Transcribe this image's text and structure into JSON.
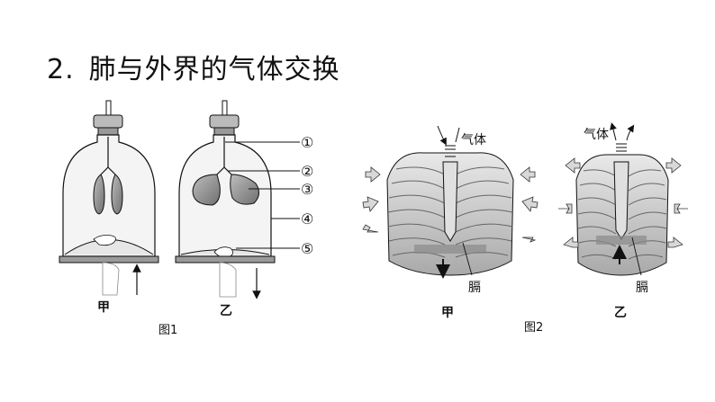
{
  "title": {
    "number": "2.",
    "text": "肺与外界的气体交换"
  },
  "figure1": {
    "caption": "图1",
    "labels": [
      "①",
      "②",
      "③",
      "④",
      "⑤"
    ],
    "state_a": "甲",
    "state_b": "乙"
  },
  "figure2": {
    "caption": "图2",
    "gas_label": "气体",
    "diaphragm_label": "膈",
    "state_a": "甲",
    "state_b": "乙"
  },
  "colors": {
    "ink": "#111111",
    "glass": "#f4f4f4",
    "lung": "#8e8e8e",
    "rib": "#cfcfcf",
    "diaphragm": "#8a8a8a",
    "base": "#9a9a9a"
  }
}
